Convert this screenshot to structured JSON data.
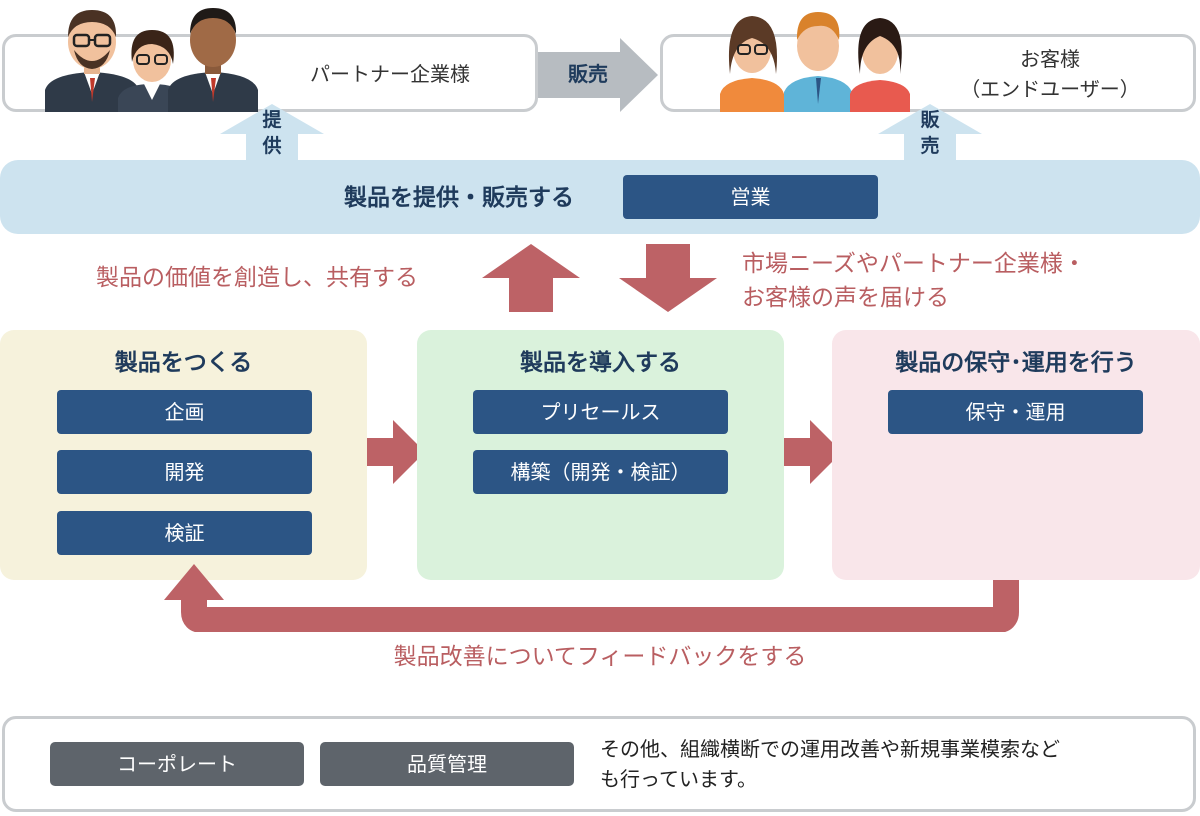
{
  "partner": {
    "label": "パートナー企業様"
  },
  "sell_arrow": {
    "label": "販売"
  },
  "customer": {
    "label_line1": "お客様",
    "label_line2": "（エンドユーザー）"
  },
  "provide_arrow": {
    "char1": "提",
    "char2": "供"
  },
  "sell_up_arrow": {
    "char1": "販",
    "char2": "売"
  },
  "sales_bar": {
    "title": "製品を提供・販売する",
    "pill": "営業"
  },
  "mid_left_text": "製品の価値を創造し、共有する",
  "mid_right_text": {
    "line1": "市場ニーズやパートナー企業様・",
    "line2": "お客様の声を届ける"
  },
  "stages": {
    "make": {
      "title": "製品をつくる",
      "items": [
        "企画",
        "開発",
        "検証"
      ]
    },
    "deploy": {
      "title": "製品を導入する",
      "items": [
        "プリセールス",
        "構築（開発・検証）"
      ]
    },
    "operate": {
      "title": "製品の保守･運用を行う",
      "items": [
        "保守・運用"
      ]
    }
  },
  "feedback_text": "製品改善についてフィードバックをする",
  "bottom": {
    "pill1": "コーポレート",
    "pill2": "品質管理",
    "text_line1": "その他、組織横断での運用改善や新規事業模索など",
    "text_line2": "も行っています。"
  },
  "colors": {
    "navy": "#2c5585",
    "sales_bar": "#cde3ef",
    "stage_make": "#f6f2dc",
    "stage_deploy": "#daf2dc",
    "stage_operate": "#f9e6ea",
    "arrow_red": "#bd6266",
    "arrow_grey": "#b7bcc1",
    "arrow_blue": "#cde3ef",
    "grey_pill": "#5e646b"
  }
}
